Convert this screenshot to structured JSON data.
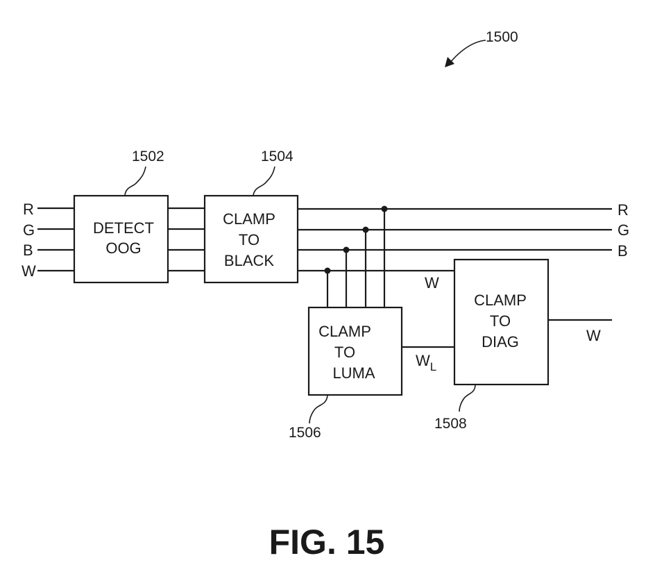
{
  "diagram_ref": "1500",
  "figure_label": "FIG. 15",
  "inputs": [
    "R",
    "G",
    "B",
    "W"
  ],
  "outputs": [
    "R",
    "G",
    "B"
  ],
  "blocks": {
    "detect": {
      "ref": "1502",
      "lines": [
        "DETECT",
        "OOG"
      ]
    },
    "clamp_black": {
      "ref": "1504",
      "lines": [
        "CLAMP",
        "TO",
        "BLACK"
      ]
    },
    "clamp_luma": {
      "ref": "1506",
      "lines": [
        "CLAMP",
        "TO",
        "LUMA"
      ]
    },
    "clamp_diag": {
      "ref": "1508",
      "lines": [
        "CLAMP",
        "TO",
        "DIAG"
      ]
    }
  },
  "signals": {
    "w_into_diag": "W",
    "wl_main": "W",
    "wl_sub": "L",
    "w_out": "W"
  }
}
